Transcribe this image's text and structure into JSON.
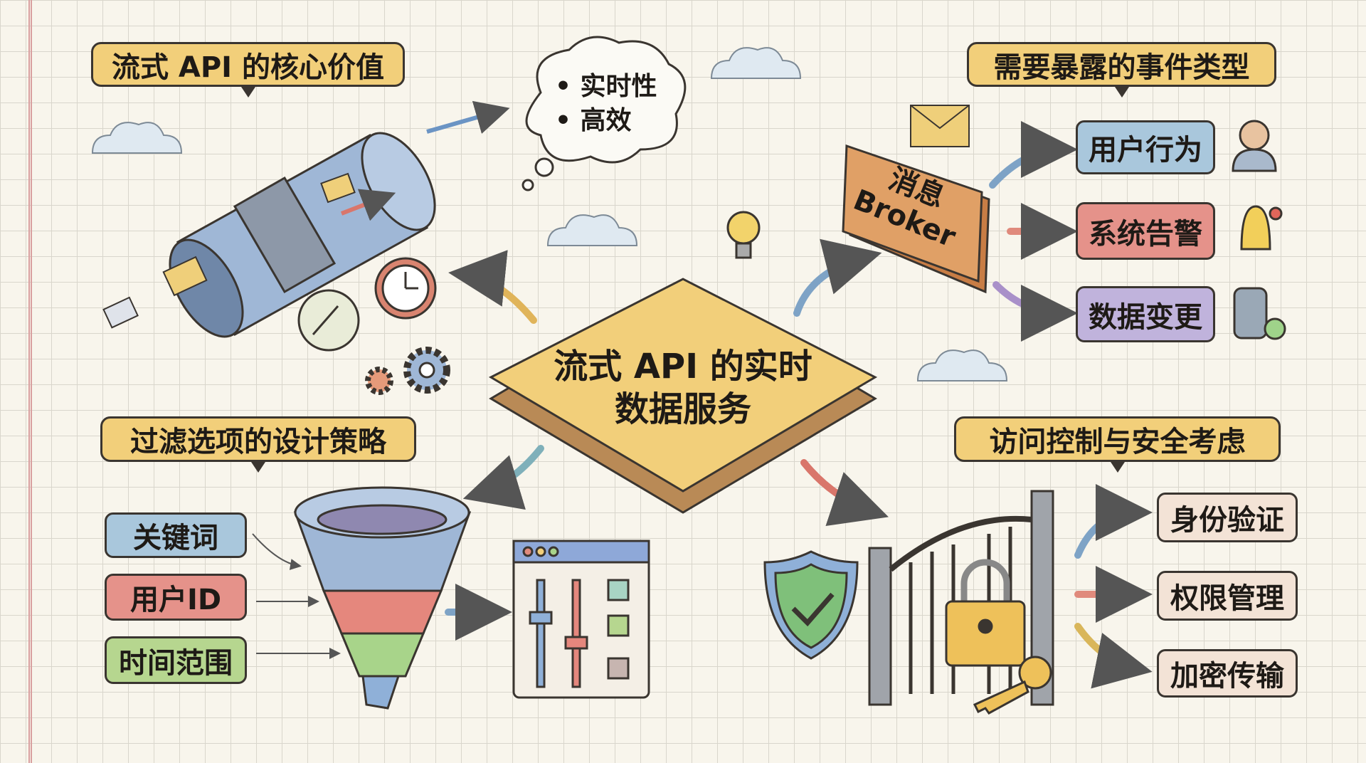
{
  "center_title": {
    "line1": "流式 API 的实时",
    "line2": "数据服务"
  },
  "sections": {
    "core_value": {
      "title": "流式 API 的核心价值",
      "thought_items": [
        "实时性",
        "高效"
      ]
    },
    "event_types": {
      "title": "需要暴露的事件类型",
      "broker": {
        "line1": "消息",
        "line2": "Broker"
      },
      "items": [
        "用户行为",
        "系统告警",
        "数据变更"
      ]
    },
    "filter_strategy": {
      "title": "过滤选项的设计策略",
      "items": [
        "关键词",
        "用户ID",
        "时间范围"
      ]
    },
    "access_control": {
      "title": "访问控制与安全考虑",
      "items": [
        "身份验证",
        "权限管理",
        "加密传输"
      ]
    }
  },
  "colors": {
    "bubble": "#f2cf7a",
    "blue": "#a9c7dc",
    "red": "#e5928a",
    "purple": "#c0b3dc",
    "green": "#b6d68f",
    "beige": "#f3e3d6",
    "broker": "#e0a066"
  }
}
